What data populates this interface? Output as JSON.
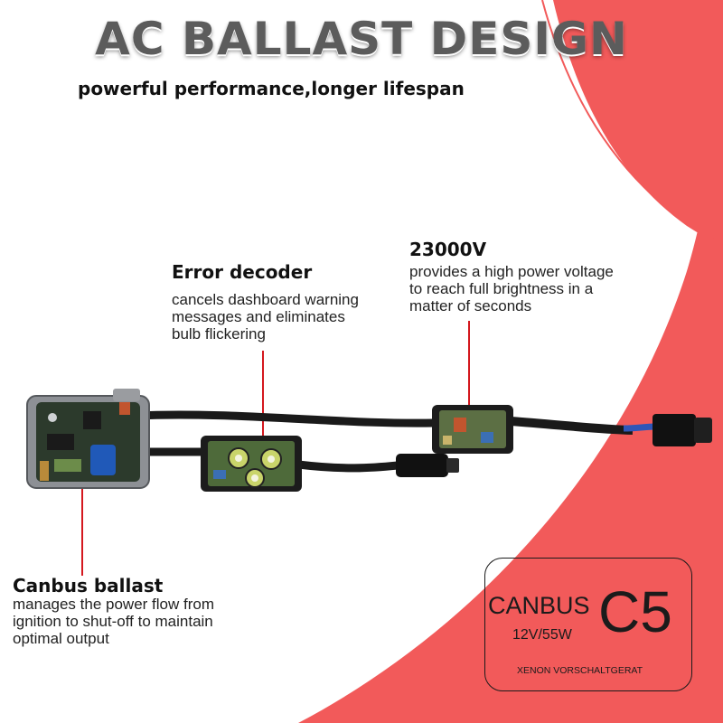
{
  "header": {
    "title": "AC BALLAST DESIGN",
    "subtitle": "powerful performance,longer lifespan"
  },
  "callouts": {
    "error_decoder": {
      "title": "Error decoder",
      "lines": [
        "cancels dashboard warning",
        "messages and eliminates",
        "bulb flickering"
      ]
    },
    "voltage": {
      "title": "23000V",
      "lines": [
        "provides a high power voltage",
        "to reach full brightness in a",
        "matter of seconds"
      ]
    },
    "canbus_ballast": {
      "title": "Canbus ballast",
      "lines": [
        "manages the power flow from",
        "ignition to shut-off to maintain",
        "optimal output"
      ]
    }
  },
  "product_label": {
    "canbus": "CANBUS",
    "model": "C5",
    "rating": "12V/55W",
    "subtitle": "XENON VORSCHALTGERAT"
  },
  "colors": {
    "accent_red": "#f25a5a",
    "leader_red": "#d4181e",
    "title_gray": "#5c5c5c"
  }
}
